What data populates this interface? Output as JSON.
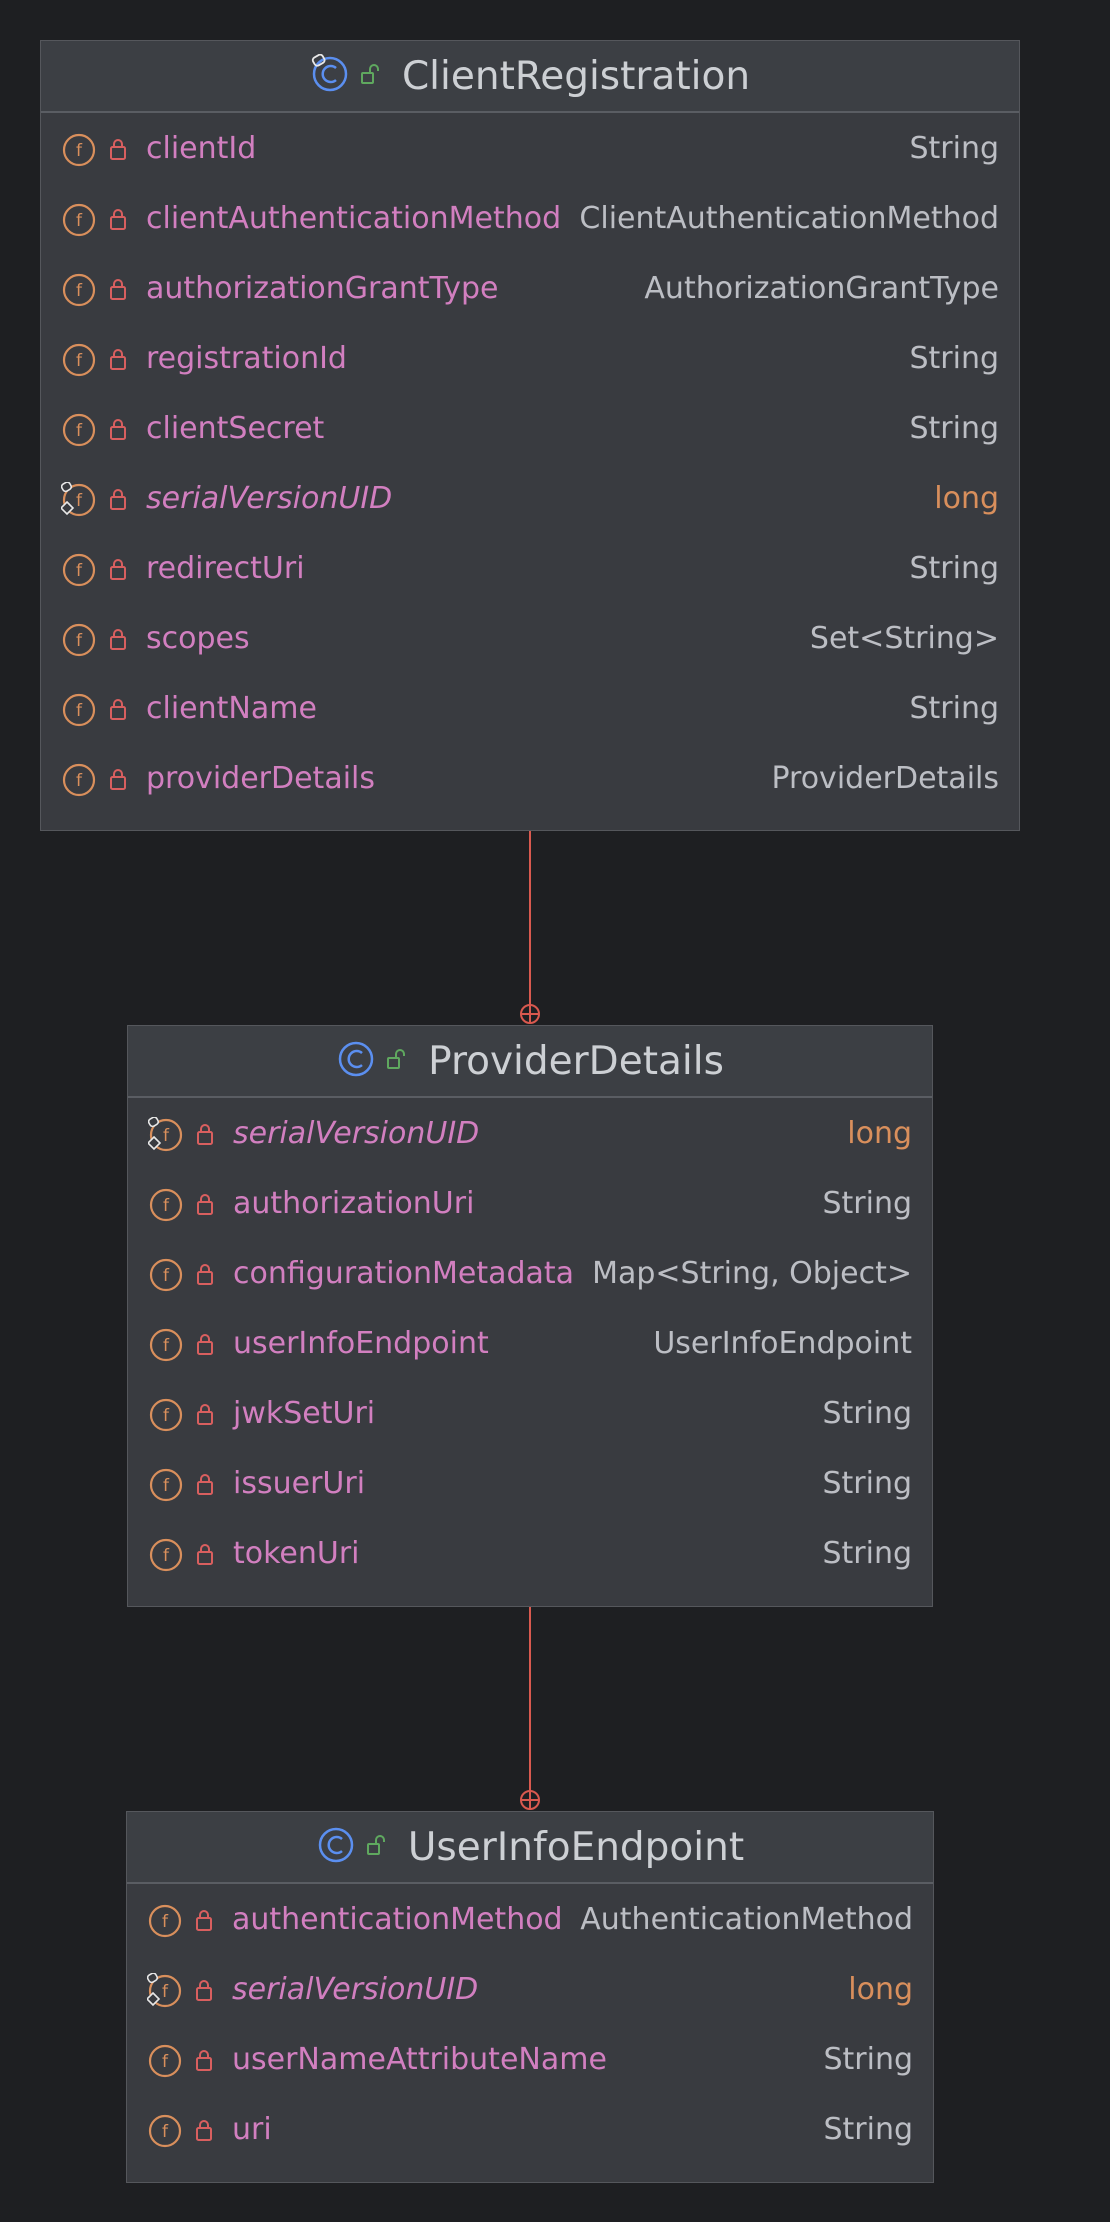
{
  "colors": {
    "background": "#1e1f22",
    "box": "#393b40",
    "field_name": "#d27fc0",
    "type_text": "#bcbec4",
    "primitive_type": "#d98f5c",
    "field_icon": "#d98f5c",
    "lock_icon": "#d95f5f",
    "class_icon": "#5b8ff0",
    "visibility_icon": "#5fa85f",
    "connector": "#d9594f"
  },
  "classes": [
    {
      "name": "ClientRegistration",
      "serializable": true,
      "fields": [
        {
          "name": "clientId",
          "type": "String",
          "static": false
        },
        {
          "name": "clientAuthenticationMethod",
          "type": "ClientAuthenticationMethod",
          "static": false
        },
        {
          "name": "authorizationGrantType",
          "type": "AuthorizationGrantType",
          "static": false
        },
        {
          "name": "registrationId",
          "type": "String",
          "static": false
        },
        {
          "name": "clientSecret",
          "type": "String",
          "static": false
        },
        {
          "name": "serialVersionUID",
          "type": "long",
          "static": true
        },
        {
          "name": "redirectUri",
          "type": "String",
          "static": false
        },
        {
          "name": "scopes",
          "type": "Set<String>",
          "static": false
        },
        {
          "name": "clientName",
          "type": "String",
          "static": false
        },
        {
          "name": "providerDetails",
          "type": "ProviderDetails",
          "static": false
        }
      ]
    },
    {
      "name": "ProviderDetails",
      "serializable": false,
      "fields": [
        {
          "name": "serialVersionUID",
          "type": "long",
          "static": true
        },
        {
          "name": "authorizationUri",
          "type": "String",
          "static": false
        },
        {
          "name": "configurationMetadata",
          "type": "Map<String, Object>",
          "static": false
        },
        {
          "name": "userInfoEndpoint",
          "type": "UserInfoEndpoint",
          "static": false
        },
        {
          "name": "jwkSetUri",
          "type": "String",
          "static": false
        },
        {
          "name": "issuerUri",
          "type": "String",
          "static": false
        },
        {
          "name": "tokenUri",
          "type": "String",
          "static": false
        }
      ]
    },
    {
      "name": "UserInfoEndpoint",
      "serializable": false,
      "fields": [
        {
          "name": "authenticationMethod",
          "type": "AuthenticationMethod",
          "static": false
        },
        {
          "name": "serialVersionUID",
          "type": "long",
          "static": true
        },
        {
          "name": "userNameAttributeName",
          "type": "String",
          "static": false
        },
        {
          "name": "uri",
          "type": "String",
          "static": false
        }
      ]
    }
  ],
  "connections": [
    {
      "from": "ClientRegistration",
      "to": "ProviderDetails",
      "kind": "inner-class"
    },
    {
      "from": "ProviderDetails",
      "to": "UserInfoEndpoint",
      "kind": "inner-class"
    }
  ]
}
